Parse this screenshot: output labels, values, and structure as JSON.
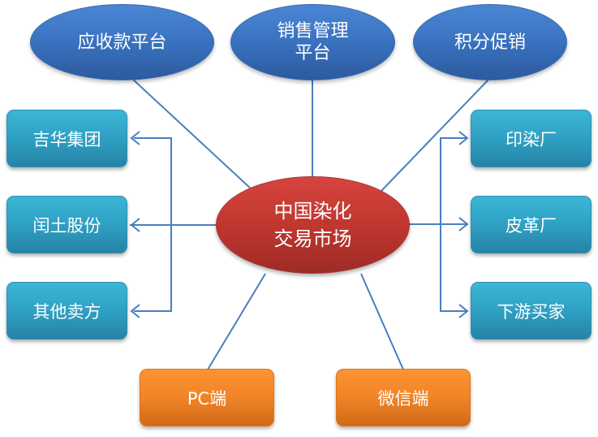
{
  "center": {
    "label": "中国染化\n交易市场"
  },
  "platforms": [
    {
      "label": "应收款平台"
    },
    {
      "label": "销售管理\n平台"
    },
    {
      "label": "积分促销"
    }
  ],
  "sellers": [
    {
      "label": "吉华集团"
    },
    {
      "label": "闰土股份"
    },
    {
      "label": "其他卖方"
    }
  ],
  "buyers": [
    {
      "label": "印染厂"
    },
    {
      "label": "皮革厂"
    },
    {
      "label": "下游买家"
    }
  ],
  "channels": [
    {
      "label": "PC端"
    },
    {
      "label": "微信端"
    }
  ],
  "colors": {
    "connector": "#4a7ebf",
    "platform_fill": "#3b74c2",
    "center_fill": "#c0372f",
    "party_fill": "#2fa0c3",
    "channel_fill": "#f08427"
  }
}
